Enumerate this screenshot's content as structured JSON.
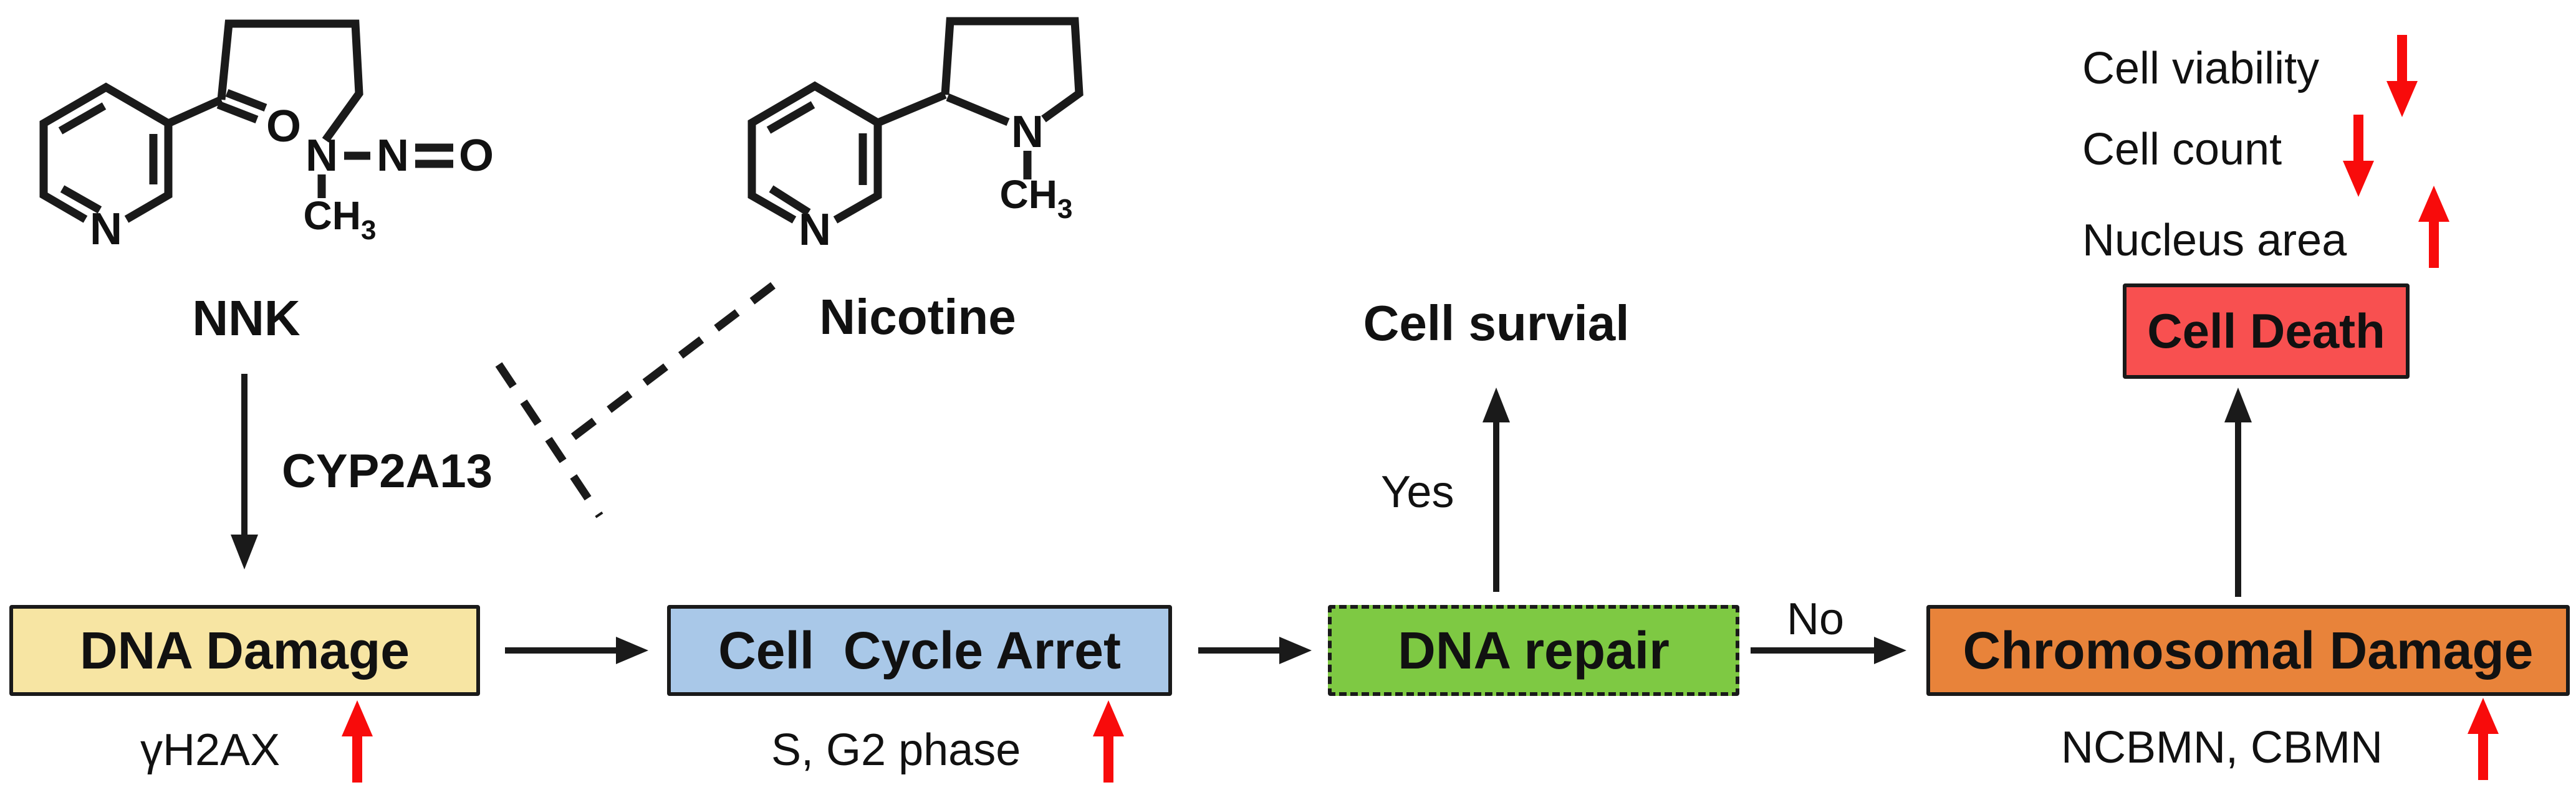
{
  "diagram": {
    "compounds": {
      "nnk": {
        "label": "NNK",
        "atoms": {
          "ring_n": "N",
          "carbonyl_o": "O",
          "amine_n": "N",
          "nitroso_n": "N",
          "nitroso_o": "O",
          "methyl": "CH",
          "methyl_sub": "3"
        }
      },
      "nicotine": {
        "label": "Nicotine",
        "atoms": {
          "ring_n": "N",
          "pyrrolidine_n": "N",
          "methyl": "CH",
          "methyl_sub": "3"
        }
      }
    },
    "enzyme": "CYP2A13",
    "nodes": {
      "dna_damage": {
        "label": "DNA Damage",
        "fill": "#F7E5A3"
      },
      "cell_cycle_arrest": {
        "label": "Cell  Cycle Arret",
        "fill": "#A9C8E8"
      },
      "dna_repair": {
        "label": "DNA repair",
        "fill": "#7EC943"
      },
      "chromosomal_damage": {
        "label": "Chromosomal Damage",
        "fill": "#E8833A"
      },
      "cell_death": {
        "label": "Cell Death",
        "fill": "#F85050"
      },
      "cell_survival": {
        "label": "Cell survial"
      }
    },
    "branch_labels": {
      "yes": "Yes",
      "no": "No"
    },
    "markers": {
      "dna_damage": {
        "label": "γH2AX",
        "trend": "up"
      },
      "cell_cycle_arrest": {
        "label": "S, G2 phase",
        "trend": "up"
      },
      "chromosomal_damage": {
        "label": "NCBMN, CBMN",
        "trend": "up"
      },
      "cell_death_effects": [
        {
          "label": "Cell viability",
          "trend": "down"
        },
        {
          "label": "Cell count",
          "trend": "down"
        },
        {
          "label": "Nucleus area",
          "trend": "up"
        }
      ]
    },
    "colors": {
      "trend_arrow": "#F80B0B",
      "line": "#1A1A1A",
      "background": "#FFFFFF"
    }
  }
}
